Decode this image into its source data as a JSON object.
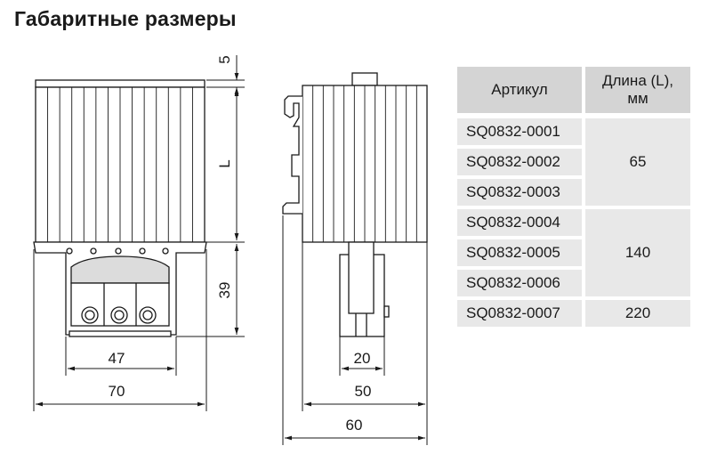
{
  "title": "Габаритные размеры",
  "dimensions": {
    "top_gap": "5",
    "length": "L",
    "terminal_height": "39",
    "terminal_width": "47",
    "front_width": "70",
    "clip_width": "20",
    "side_depth": "50",
    "total_depth": "60"
  },
  "table": {
    "header_article": "Артикул",
    "header_length": "Длина (L), мм",
    "articles": [
      "SQ0832-0001",
      "SQ0832-0002",
      "SQ0832-0003",
      "SQ0832-0004",
      "SQ0832-0005",
      "SQ0832-0006",
      "SQ0832-0007"
    ],
    "lengths": [
      "65",
      "140",
      "220"
    ]
  },
  "colors": {
    "line": "#1a1a1a",
    "header_bg": "#d4d4d4",
    "cell_bg": "#e8e8e8"
  }
}
